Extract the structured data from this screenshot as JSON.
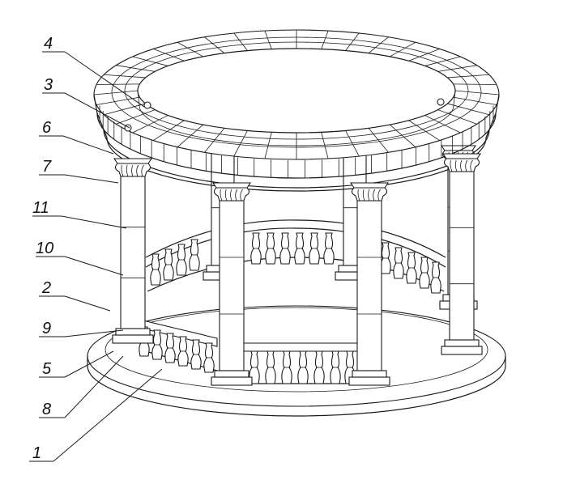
{
  "callouts": [
    {
      "id": "4",
      "text": "4"
    },
    {
      "id": "3",
      "text": "3"
    },
    {
      "id": "6",
      "text": "6"
    },
    {
      "id": "7",
      "text": "7"
    },
    {
      "id": "11",
      "text": "11"
    },
    {
      "id": "10",
      "text": "10"
    },
    {
      "id": "2",
      "text": "2"
    },
    {
      "id": "9",
      "text": "9"
    },
    {
      "id": "5",
      "text": "5"
    },
    {
      "id": "8",
      "text": "8"
    },
    {
      "id": "1",
      "text": "1"
    }
  ]
}
